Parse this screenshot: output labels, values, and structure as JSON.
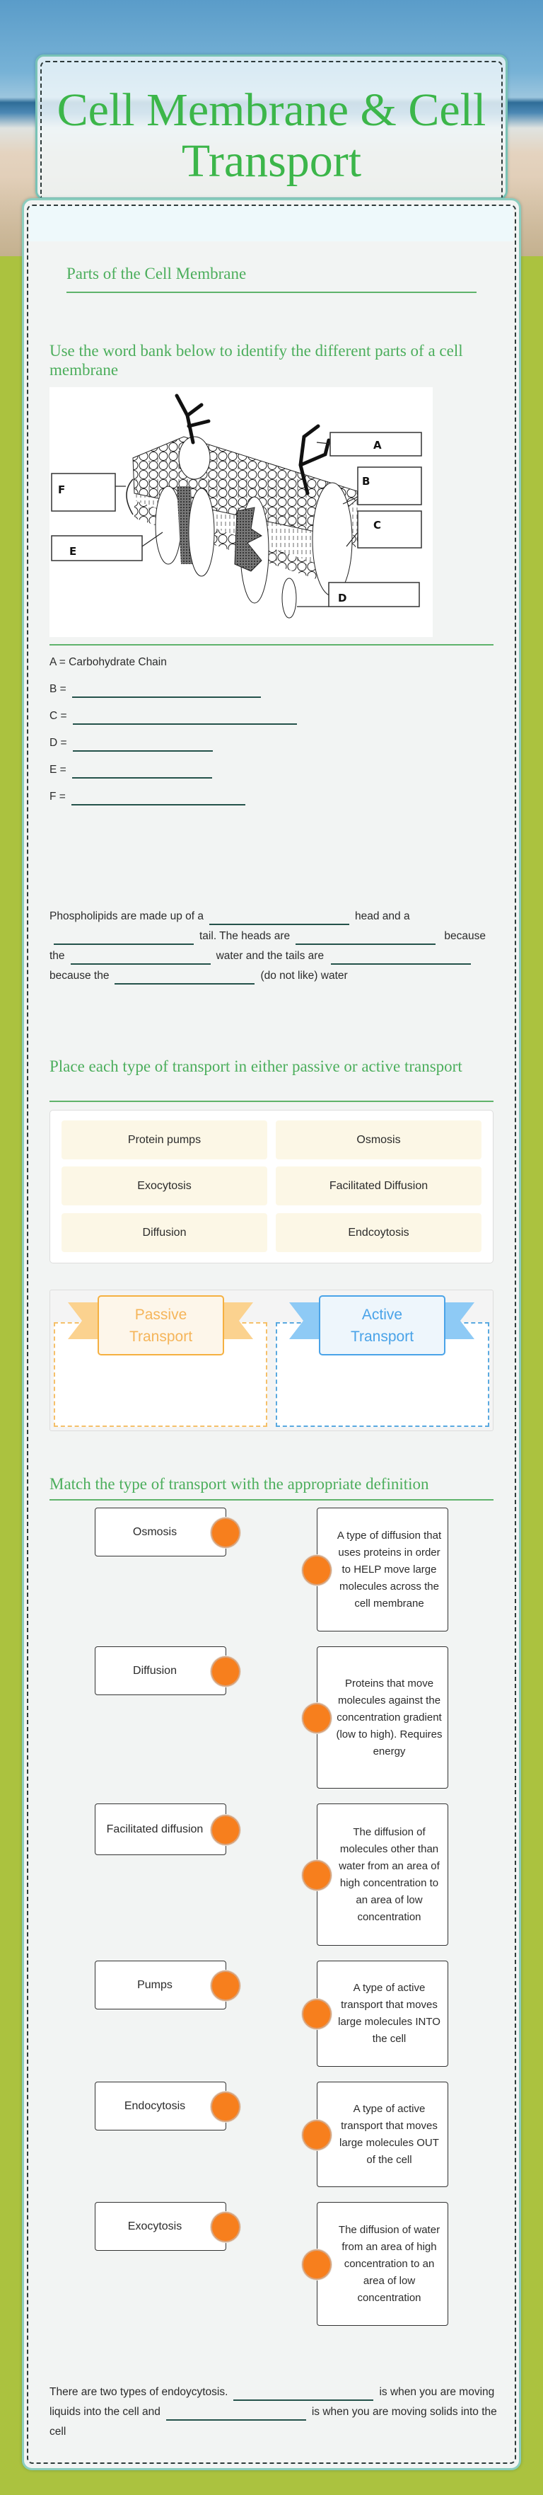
{
  "title": "Cell Membrane & Cell Transport",
  "sections": {
    "parts": {
      "heading": "Parts of the Cell Membrane"
    },
    "wordbank": {
      "heading": "Use the word bank below to identify the different parts of a cell membrane",
      "diagram_labels": [
        "A",
        "B",
        "C",
        "D",
        "E",
        "F"
      ],
      "answers": [
        {
          "label": "A = Carbohydrate Chain"
        },
        {
          "label": "B =",
          "value": ""
        },
        {
          "label": "C =",
          "value": ""
        },
        {
          "label": "D =",
          "value": ""
        },
        {
          "label": "E =",
          "value": ""
        },
        {
          "label": "F =",
          "value": ""
        }
      ]
    },
    "phospholipids": {
      "t1": "Phospholipids are made up of a",
      "t2": "head and a",
      "t3": "tail. The heads are",
      "t4": "because the",
      "t5": "water and the tails are",
      "t6": "because the",
      "t7": "(do not like) water"
    },
    "sort": {
      "heading": "Place each type of transport in either passive or active transport",
      "items": [
        "Protein pumps",
        "Osmosis",
        "Exocytosis",
        "Facilitated Diffusion",
        "Diffusion",
        "Endcoytosis"
      ],
      "bins": [
        {
          "label": "Passive Transport",
          "color": "#f5b041"
        },
        {
          "label": "Active Transport",
          "color": "#4aa3e8"
        }
      ]
    },
    "match": {
      "heading": "Match the type of transport with the appropriate definition",
      "terms": [
        "Osmosis",
        "Diffusion",
        "Facilitated diffusion",
        "Pumps",
        "Endocytosis",
        "Exocytosis"
      ],
      "definitions": [
        "A type of diffusion that uses proteins in order to HELP move large molecules across the cell membrane",
        "Proteins that move molecules against the concentration gradient (low to high). Requires energy",
        "The diffusion of molecules other than water from an area of high concentration to an area of low concentration",
        "A type of active transport that moves large molecules INTO the cell",
        "A type of active transport that moves large molecules OUT of the cell",
        "The diffusion of water from an area of high concentration to an area of low concentration"
      ],
      "dot_color": "#f77f1d"
    },
    "endocytosis": {
      "t1": "There are two types of endoycytosis.",
      "t2": "is when you are moving liquids into the cell and",
      "t3": "is when you are moving solids into the cell"
    }
  }
}
